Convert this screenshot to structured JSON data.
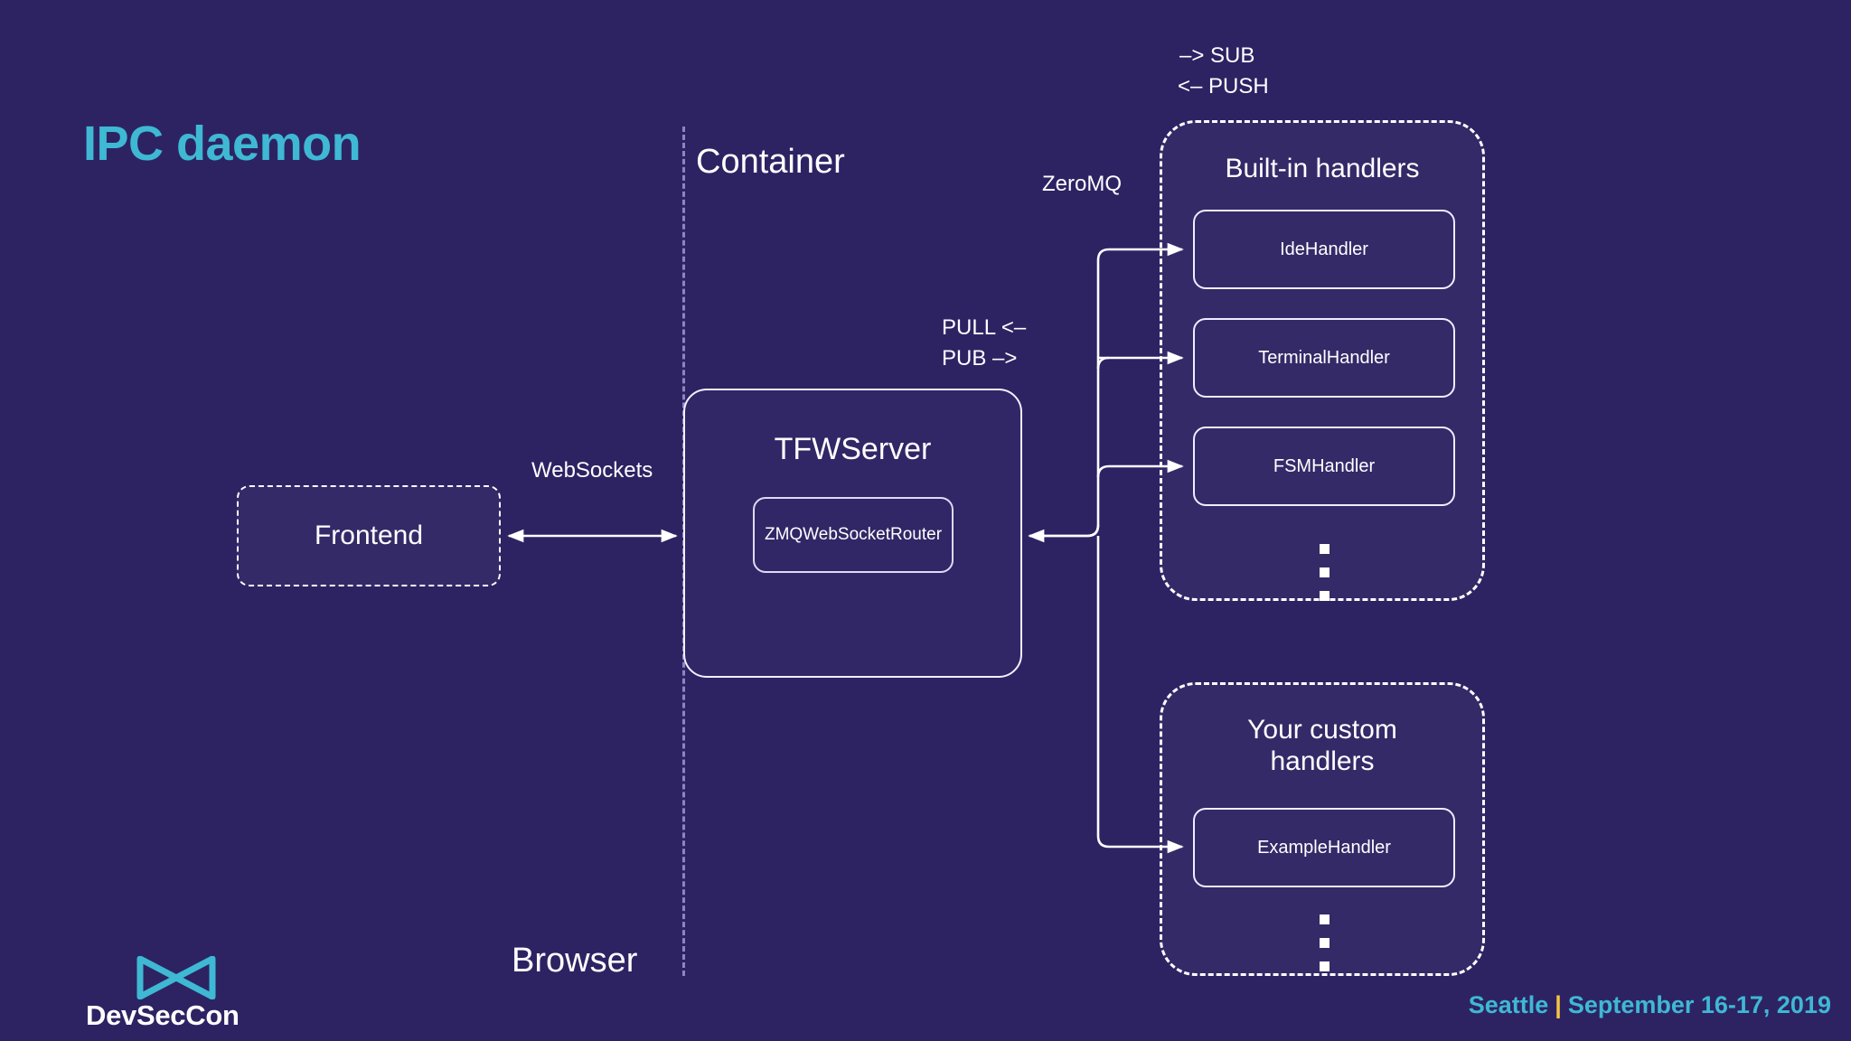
{
  "slide": {
    "title": "IPC daemon",
    "background_color": "#2d2363",
    "accent_color": "#3fb8d4",
    "line_color": "#ffffff"
  },
  "zones": {
    "browser_label": "Browser",
    "container_label": "Container"
  },
  "frontend": {
    "label": "Frontend"
  },
  "server": {
    "title": "TFWServer",
    "router_label": "ZMQWebSocketRouter"
  },
  "builtin": {
    "title": "Built-in handlers",
    "handlers": [
      {
        "label": "IdeHandler"
      },
      {
        "label": "TerminalHandler"
      },
      {
        "label": "FSMHandler"
      }
    ],
    "ellipsis": "vertical-ellipsis"
  },
  "custom": {
    "title_line1": "Your custom",
    "title_line2": "handlers",
    "handlers": [
      {
        "label": "ExampleHandler"
      }
    ],
    "ellipsis": "vertical-ellipsis"
  },
  "annotations": {
    "sub": "–> SUB",
    "push": "<– PUSH",
    "zeromq": "ZeroMQ",
    "pull": "PULL <–",
    "pub": "PUB –>",
    "websockets": "WebSockets"
  },
  "footer": {
    "logo_text": "DevSecCon",
    "logo_mark": "bowtie-logo-icon",
    "location": "Seattle",
    "separator": "|",
    "dates": "September 16-17, 2019",
    "separator_color": "#f5c542"
  }
}
